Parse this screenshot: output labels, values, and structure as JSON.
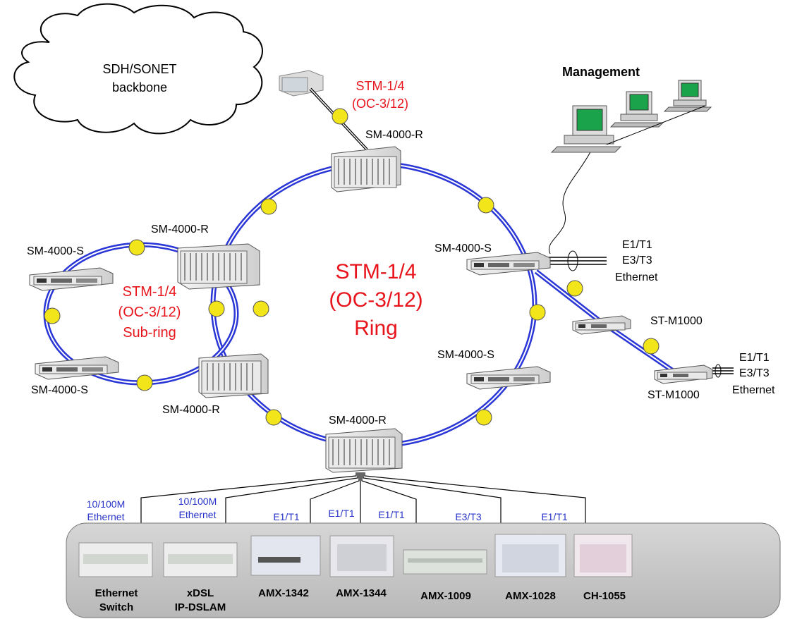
{
  "colors": {
    "ring": "#2a36d6",
    "ring_inner": "#ffffff",
    "red_text": "#e8141b",
    "blue_text": "#2733c9",
    "node_yellow": "#f2e51a",
    "panel_bg": "#c8c8c8"
  },
  "cloud": {
    "line1": "SDH/SONET",
    "line2": "backbone"
  },
  "top_link": {
    "line1": "STM-1/4",
    "line2": "(OC-3/12)"
  },
  "main_ring": {
    "line1": "STM-1/4",
    "line2": "(OC-3/12)",
    "line3": "Ring"
  },
  "sub_ring": {
    "line1": "STM-1/4",
    "line2": "(OC-3/12)",
    "line3": "Sub-ring"
  },
  "management": "Management",
  "nodes": {
    "top_r": "SM-4000-R",
    "left_r": "SM-4000-R",
    "left_s_top": "SM-4000-S",
    "left_s_bottom": "SM-4000-S",
    "lower_left_r": "SM-4000-R",
    "right_s": "SM-4000-S",
    "right_s_lower": "SM-4000-S",
    "bottom_r": "SM-4000-R",
    "st_m1000_a": "ST-M1000",
    "st_m1000_b": "ST-M1000"
  },
  "tributary_right": {
    "l1": "E1/T1",
    "l2": "E3/T3",
    "l3": "Ethernet"
  },
  "tributary_far": {
    "l1": "E1/T1",
    "l2": "E3/T3",
    "l3": "Ethernet"
  },
  "branches": [
    {
      "l1": "10/100M",
      "l2": "Ethernet"
    },
    {
      "l1": "10/100M",
      "l2": "Ethernet"
    },
    {
      "l1": "E1/T1",
      "l2": ""
    },
    {
      "l1": "E1/T1",
      "l2": ""
    },
    {
      "l1": "E1/T1",
      "l2": ""
    },
    {
      "l1": "E3/T3",
      "l2": ""
    },
    {
      "l1": "E1/T1",
      "l2": ""
    }
  ],
  "devices": [
    {
      "l1": "Ethernet",
      "l2": "Switch"
    },
    {
      "l1": "xDSL",
      "l2": "IP-DSLAM"
    },
    {
      "l1": "AMX-1342",
      "l2": ""
    },
    {
      "l1": "AMX-1344",
      "l2": ""
    },
    {
      "l1": "AMX-1009",
      "l2": ""
    },
    {
      "l1": "AMX-1028",
      "l2": ""
    },
    {
      "l1": "CH-1055",
      "l2": ""
    }
  ]
}
